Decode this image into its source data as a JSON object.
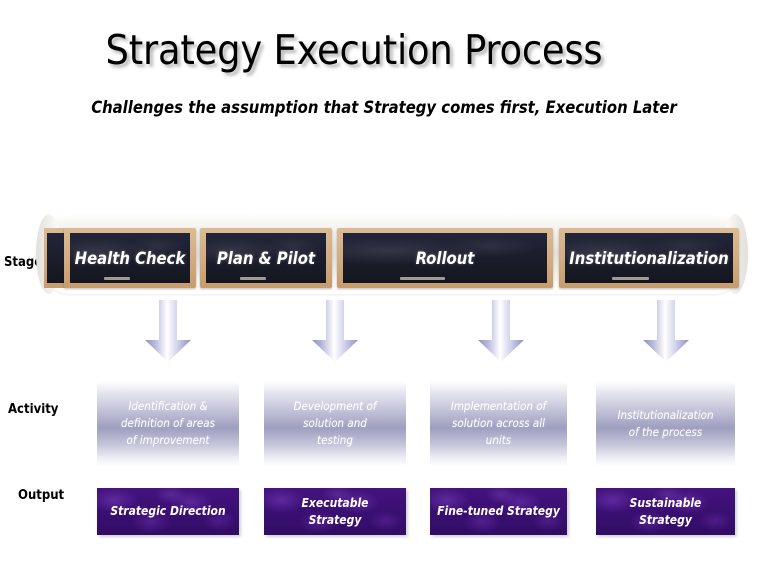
{
  "slide": {
    "title": "Strategy Execution Process",
    "subtitle": "Challenges the assumption that Strategy comes first, Execution Later"
  },
  "row_labels": {
    "stage": "Stage",
    "activity": "Activity",
    "output": "Output"
  },
  "colors": {
    "board_frame": "#d3ac81",
    "board_slate": "#1b1d2d",
    "activity_mid": "#9e9ec0",
    "output_purple": "#3e1179",
    "arrow_edge": "#9a9ac8",
    "arrow_center": "#ffffff",
    "text_light": "#ffffff",
    "text_dark": "#000000"
  },
  "columns": [
    {
      "stage": "Health Check",
      "activity": "Identification & definition of areas of improvement",
      "activity_lines": [
        "Identification &",
        "definition of areas",
        "of improvement"
      ],
      "output": "Strategic Direction",
      "output_lines": [
        "Strategic Direction"
      ],
      "arrow_icon": "arrow-down-icon"
    },
    {
      "stage": "Plan & Pilot",
      "activity": "Development of solution and testing",
      "activity_lines": [
        "Development of",
        "solution and",
        "testing"
      ],
      "output": "Executable Strategy",
      "output_lines": [
        "Executable",
        "Strategy"
      ],
      "arrow_icon": "arrow-down-icon"
    },
    {
      "stage": "Rollout",
      "activity": "Implementation of solution across all units",
      "activity_lines": [
        "Implementation of",
        "solution across all",
        "units"
      ],
      "output": "Fine-tuned Strategy",
      "output_lines": [
        "Fine-tuned Strategy"
      ],
      "arrow_icon": "arrow-down-icon"
    },
    {
      "stage": "Institutionalization",
      "activity": "Institutionalization of the process",
      "activity_lines": [
        "Institutionalization",
        "of the process"
      ],
      "output": "Sustainable Strategy",
      "output_lines": [
        "Sustainable",
        "Strategy"
      ],
      "arrow_icon": "arrow-down-icon"
    }
  ]
}
